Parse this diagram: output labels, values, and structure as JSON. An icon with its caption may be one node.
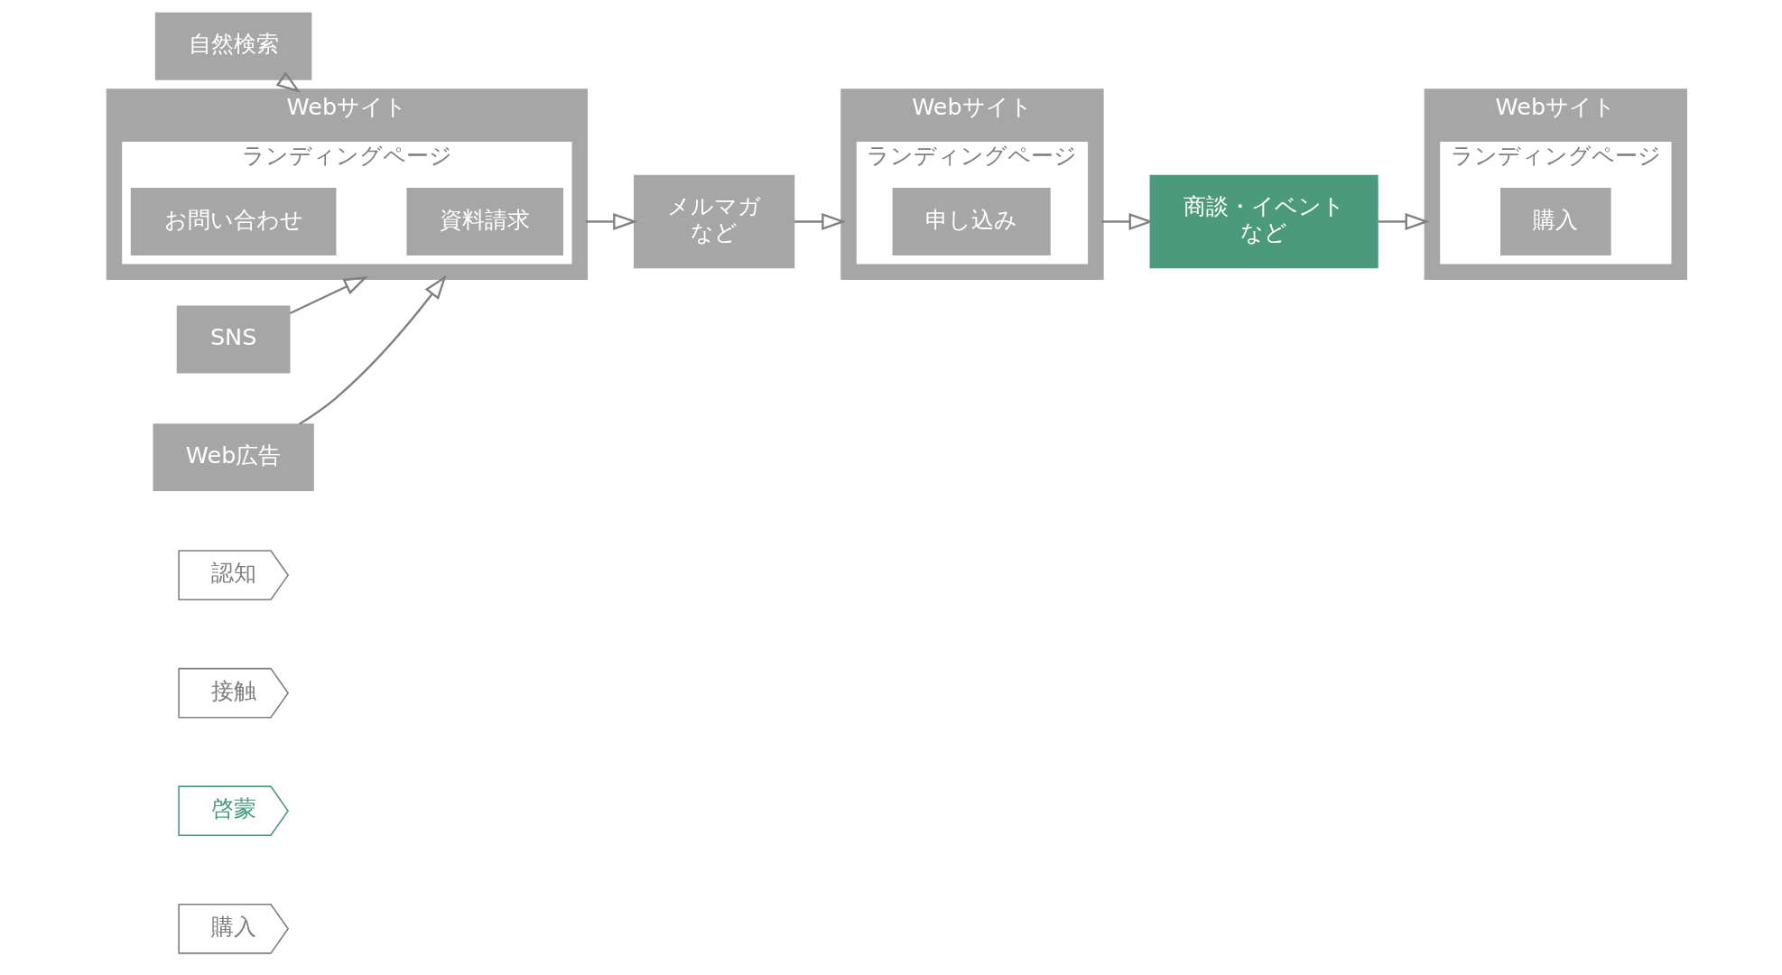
{
  "diagram": {
    "nodes": [
      {
        "text": [
          "認知"
        ]
      },
      {
        "text": [
          "接触"
        ]
      },
      {
        "text": [
          "啓蒙"
        ]
      },
      {
        "text": [
          "購入"
        ]
      },
      {
        "text": [
          "自然検索"
        ]
      },
      {
        "text": [
          "SNS"
        ]
      },
      {
        "text": [
          "Web広告"
        ]
      },
      {
        "text": [
          "Webサイト"
        ]
      },
      {
        "text": [
          "ランディングページ"
        ],
        "in": 7
      },
      {
        "text": [
          "資料請求"
        ],
        "in": 8
      },
      {
        "text": [
          "お問い合わせ"
        ],
        "in": 8
      },
      {
        "text": [
          "メルマガ",
          "など"
        ]
      },
      {
        "text": [
          "Webサイト"
        ]
      },
      {
        "text": [
          "ランディングページ"
        ],
        "in": 12
      },
      {
        "text": [
          "申し込み"
        ],
        "in": 13
      },
      {
        "text": [
          "商談・イベント",
          "など"
        ]
      },
      {
        "text": [
          "Webサイト"
        ]
      },
      {
        "text": [
          "ランディングページ"
        ],
        "in": 16
      },
      {
        "text": [
          "購入"
        ],
        "in": 17
      }
    ],
    "edges": [
      {
        "from": 4,
        "to": 7,
        "arrow": "to"
      },
      {
        "from": 5,
        "to": 7,
        "arrow": "to"
      },
      {
        "from": 6,
        "to": 7,
        "arrow": "to"
      },
      {
        "from": 7,
        "to": 11,
        "arrow": "to"
      },
      {
        "from": 11,
        "to": 12,
        "arrow": "to"
      },
      {
        "from": 12,
        "to": 15,
        "arrow": "to"
      },
      {
        "from": 15,
        "to": 16,
        "arrow": "to"
      }
    ]
  }
}
